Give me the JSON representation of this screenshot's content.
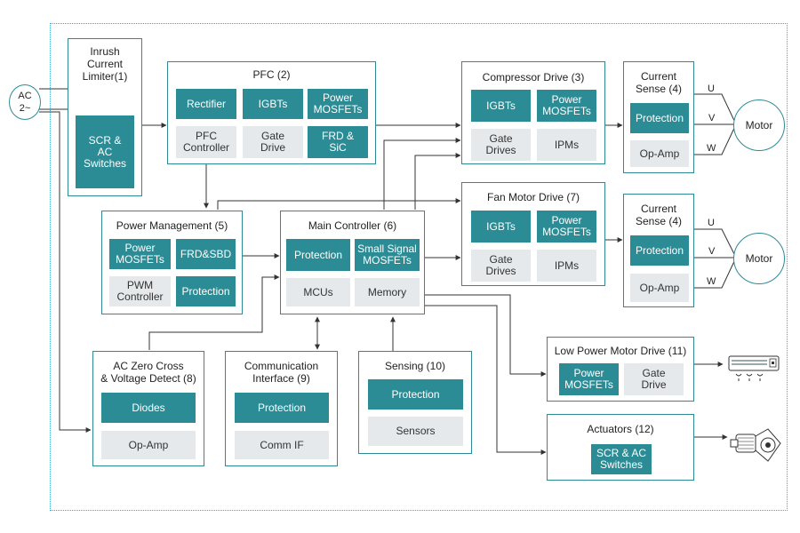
{
  "ac_source": "AC\n2~",
  "blocks": {
    "inrush": {
      "title": "Inrush\nCurrent\nLimiter(1)",
      "chip": "SCR &\nAC\nSwitches"
    },
    "pfc": {
      "title": "PFC (2)",
      "rectifier": "Rectifier",
      "igbts": "IGBTs",
      "power_mosfets": "Power\nMOSFETs",
      "pfc_controller": "PFC\nController",
      "gate_drive": "Gate\nDrive",
      "frd_sic": "FRD &\nSiC"
    },
    "compressor": {
      "title": "Compressor Drive (3)",
      "igbts": "IGBTs",
      "power_mosfets": "Power\nMOSFETs",
      "gate_drives": "Gate\nDrives",
      "ipms": "IPMs"
    },
    "current_sense_top": {
      "title": "Current\nSense (4)",
      "protection": "Protection",
      "op_amp": "Op-Amp"
    },
    "fan": {
      "title": "Fan Motor Drive (7)",
      "igbts": "IGBTs",
      "power_mosfets": "Power\nMOSFETs",
      "gate_drives": "Gate\nDrives",
      "ipms": "IPMs"
    },
    "current_sense_bottom": {
      "title": "Current\nSense (4)",
      "protection": "Protection",
      "op_amp": "Op-Amp"
    },
    "power_mgmt": {
      "title": "Power Management (5)",
      "power_mosfets": "Power\nMOSFETs",
      "frd_sbd": "FRD&SBD",
      "pwm_controller": "PWM\nController",
      "protection": "Protection"
    },
    "main": {
      "title": "Main Controller (6)",
      "protection": "Protection",
      "small_signal": "Small Signal\nMOSFETs",
      "mcus": "MCUs",
      "memory": "Memory"
    },
    "ac_zero": {
      "title": "AC Zero Cross\n& Voltage Detect (8)",
      "diodes": "Diodes",
      "op_amp": "Op-Amp"
    },
    "comm": {
      "title": "Communication\nInterface (9)",
      "protection": "Protection",
      "comm_if": "Comm IF"
    },
    "sensing": {
      "title": "Sensing (10)",
      "protection": "Protection",
      "sensors": "Sensors"
    },
    "low_power": {
      "title": "Low Power Motor Drive (11)",
      "power_mosfets": "Power\nMOSFETs",
      "gate_drive": "Gate\nDrive"
    },
    "actuators": {
      "title": "Actuators (12)",
      "chip": "SCR & AC\nSwitches"
    }
  },
  "motors": {
    "top": "Motor",
    "bottom": "Motor"
  },
  "phases": {
    "u": "U",
    "v": "V",
    "w": "W"
  },
  "icons": [
    "fan-unit-icon",
    "actuator-valve-icon"
  ],
  "colors": {
    "block_border": "#2e8b96",
    "chip_teal": "#2b8c96",
    "chip_gray": "#e6e9ec",
    "frame": "#4aa3c8",
    "wire": "#333333"
  }
}
